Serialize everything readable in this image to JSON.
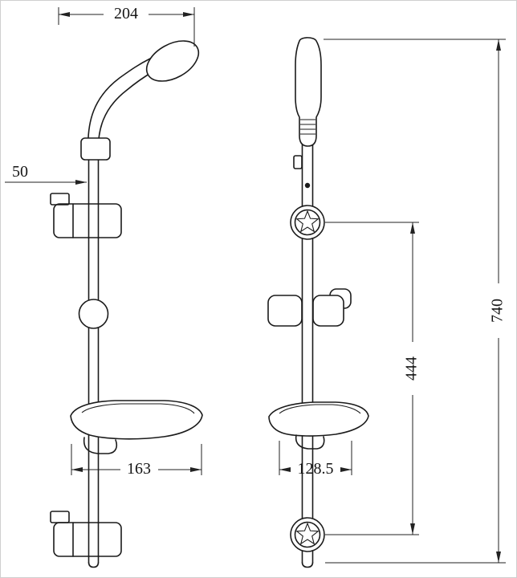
{
  "drawing": {
    "background_color": "#ffffff",
    "line_color": "#1b1b1b",
    "dimensions": {
      "top_width": "204",
      "left_offset": "50",
      "front_dish_width": "163",
      "side_dish_width": "128.5",
      "flange_span": "444",
      "overall_height": "740"
    }
  }
}
